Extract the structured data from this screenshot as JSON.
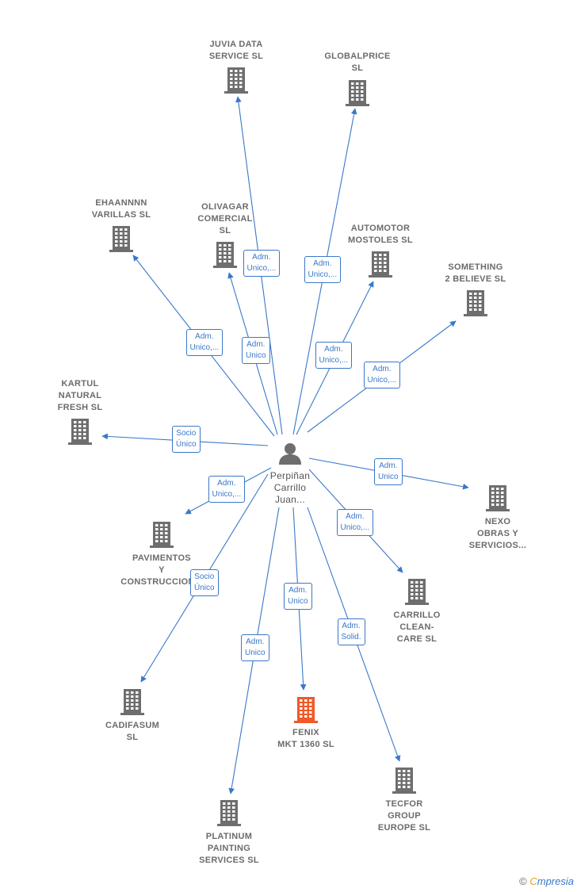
{
  "center": {
    "name_lines": [
      "Perpiñan",
      "Carrillo",
      "Juan..."
    ],
    "icon": "person-icon"
  },
  "nodes": [
    {
      "id": "juvia",
      "lines": [
        "JUVIA DATA",
        "SERVICE  SL"
      ],
      "icon": "building-icon"
    },
    {
      "id": "globalprice",
      "lines": [
        "GLOBALPRICE",
        "SL"
      ],
      "icon": "building-icon"
    },
    {
      "id": "ehaannnn",
      "lines": [
        "EHAANNNN",
        "VARILLAS  SL"
      ],
      "icon": "building-icon"
    },
    {
      "id": "olivagar",
      "lines": [
        "OLIVAGAR",
        "COMERCIAL",
        "SL"
      ],
      "icon": "building-icon"
    },
    {
      "id": "automotor",
      "lines": [
        "AUTOMOTOR",
        "MOSTOLES  SL"
      ],
      "icon": "building-icon"
    },
    {
      "id": "something",
      "lines": [
        "SOMETHING",
        "2 BELIEVE  SL"
      ],
      "icon": "building-icon"
    },
    {
      "id": "kartul",
      "lines": [
        "KARTUL",
        "NATURAL",
        "FRESH  SL"
      ],
      "icon": "building-icon"
    },
    {
      "id": "nexo",
      "lines": [
        "NEXO",
        "OBRAS Y",
        "SERVICIOS..."
      ],
      "icon": "building-icon"
    },
    {
      "id": "pavimentos",
      "lines": [
        "PAVIMENTOS",
        "Y",
        "CONSTRUCCION..."
      ],
      "icon": "building-icon"
    },
    {
      "id": "carrillo",
      "lines": [
        "CARRILLO",
        "CLEAN-",
        "CARE  SL"
      ],
      "icon": "building-icon"
    },
    {
      "id": "cadifasum",
      "lines": [
        "CADIFASUM",
        "SL"
      ],
      "icon": "building-icon"
    },
    {
      "id": "fenix",
      "lines": [
        "FENIX",
        "MKT 1360  SL"
      ],
      "icon": "building-icon",
      "highlight": true
    },
    {
      "id": "platinum",
      "lines": [
        "PLATINUM",
        "PAINTING",
        "SERVICES  SL"
      ],
      "icon": "building-icon"
    },
    {
      "id": "tecfor",
      "lines": [
        "TECFOR",
        "GROUP",
        "EUROPE  SL"
      ],
      "icon": "building-icon"
    }
  ],
  "edges": [
    {
      "to": "juvia",
      "label_lines": [
        "Adm.",
        "Unico,..."
      ]
    },
    {
      "to": "globalprice",
      "label_lines": [
        "Adm.",
        "Unico,..."
      ]
    },
    {
      "to": "ehaannnn",
      "label_lines": [
        "Adm.",
        "Unico,..."
      ]
    },
    {
      "to": "olivagar",
      "label_lines": [
        "Adm.",
        "Unico"
      ]
    },
    {
      "to": "automotor",
      "label_lines": [
        "Adm.",
        "Unico,..."
      ]
    },
    {
      "to": "something",
      "label_lines": [
        "Adm.",
        "Unico,..."
      ]
    },
    {
      "to": "kartul",
      "label_lines": [
        "Socio",
        "Único"
      ]
    },
    {
      "to": "nexo",
      "label_lines": [
        "Adm.",
        "Unico"
      ]
    },
    {
      "to": "pavimentos",
      "label_lines": [
        "Adm.",
        "Unico,..."
      ]
    },
    {
      "to": "carrillo",
      "label_lines": [
        "Adm.",
        "Unico,..."
      ]
    },
    {
      "to": "cadifasum",
      "label_lines": [
        "Socio",
        "Único"
      ]
    },
    {
      "to": "fenix",
      "label_lines": [
        "Adm.",
        "Unico"
      ]
    },
    {
      "to": "platinum",
      "label_lines": [
        "Adm.",
        "Unico"
      ]
    },
    {
      "to": "tecfor",
      "label_lines": [
        "Adm.",
        "Solid."
      ]
    }
  ],
  "footer": {
    "copyright": "©",
    "brand_first": "C",
    "brand_rest": "mpresia"
  },
  "colors": {
    "edge": "#3a78c8",
    "building": "#6e6e6e",
    "highlight": "#f05a28",
    "person": "#6e6e6e"
  }
}
